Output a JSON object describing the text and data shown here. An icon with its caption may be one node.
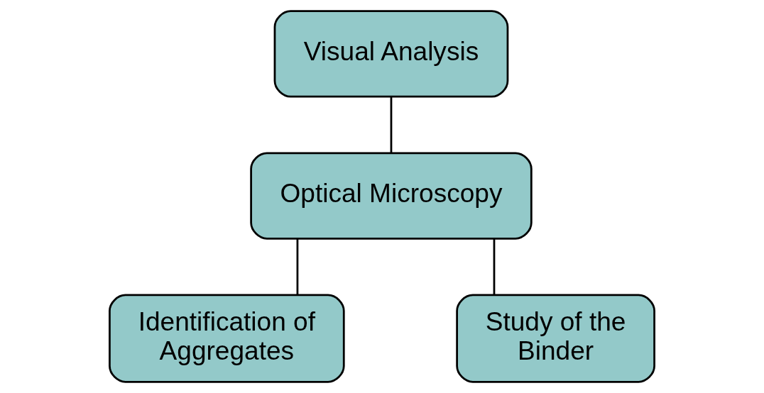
{
  "diagram": {
    "nodes": [
      {
        "text": [
          "Visual Analysis"
        ]
      },
      {
        "text": [
          "Optical Microscopy"
        ]
      },
      {
        "text": [
          "Identification of Aggregates"
        ]
      },
      {
        "text": [
          "Study of the Binder"
        ]
      }
    ],
    "edges": [
      {
        "from": 0,
        "to": 1,
        "arrow": "none"
      },
      {
        "from": 1,
        "to": 2,
        "arrow": "none"
      },
      {
        "from": 1,
        "to": 3,
        "arrow": "none"
      }
    ]
  }
}
